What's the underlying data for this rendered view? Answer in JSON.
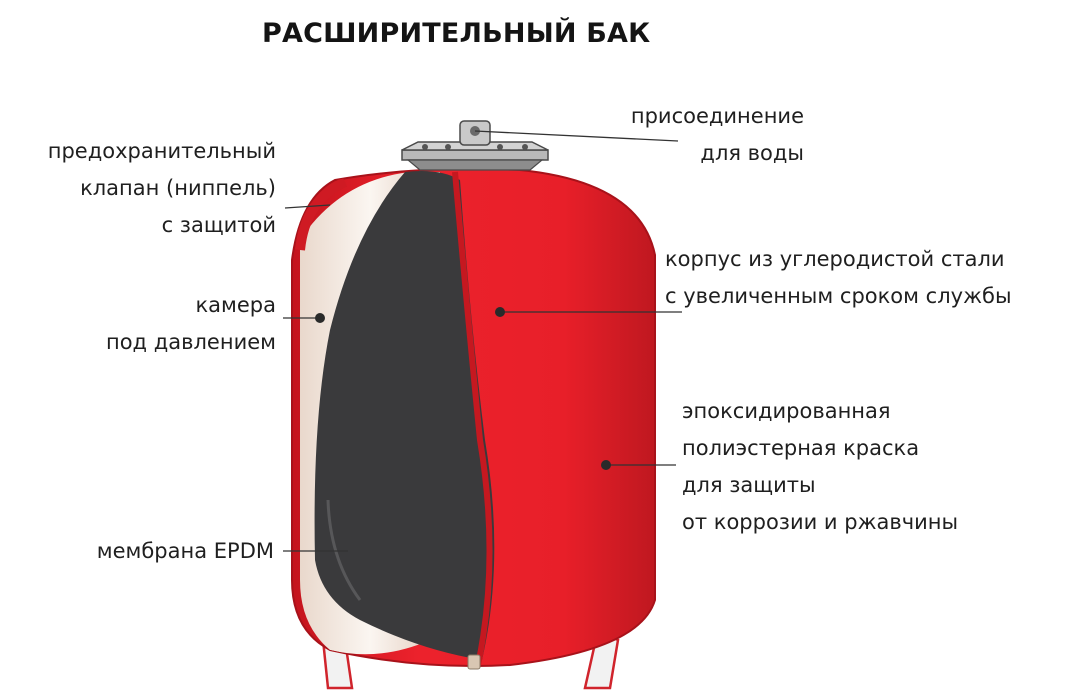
{
  "title": "РАСШИРИТЕЛЬНЫЙ БАК",
  "labels": {
    "water_connection": [
      "присоединение",
      "для воды"
    ],
    "safety_valve": [
      "предохранительный",
      "клапан (ниппель)",
      "с защитой"
    ],
    "pressure_chamber": [
      "камера",
      "под давлением"
    ],
    "membrane": [
      "мембрана EPDM"
    ],
    "steel_body": [
      "корпус из углеродистой стали",
      "с увеличенным сроком службы"
    ],
    "epoxy_paint": [
      "эпоксидированная",
      "полиэстерная краска",
      "для защиты",
      "от коррозии и ржавчины"
    ]
  },
  "colors": {
    "tank_red": "#e8202a",
    "tank_red_dark": "#b3141c",
    "membrane_dark": "#3c3c3e",
    "chamber_light": "#f5ece4",
    "flange_gray": "#9a9a9a",
    "leader_line": "#333333"
  }
}
